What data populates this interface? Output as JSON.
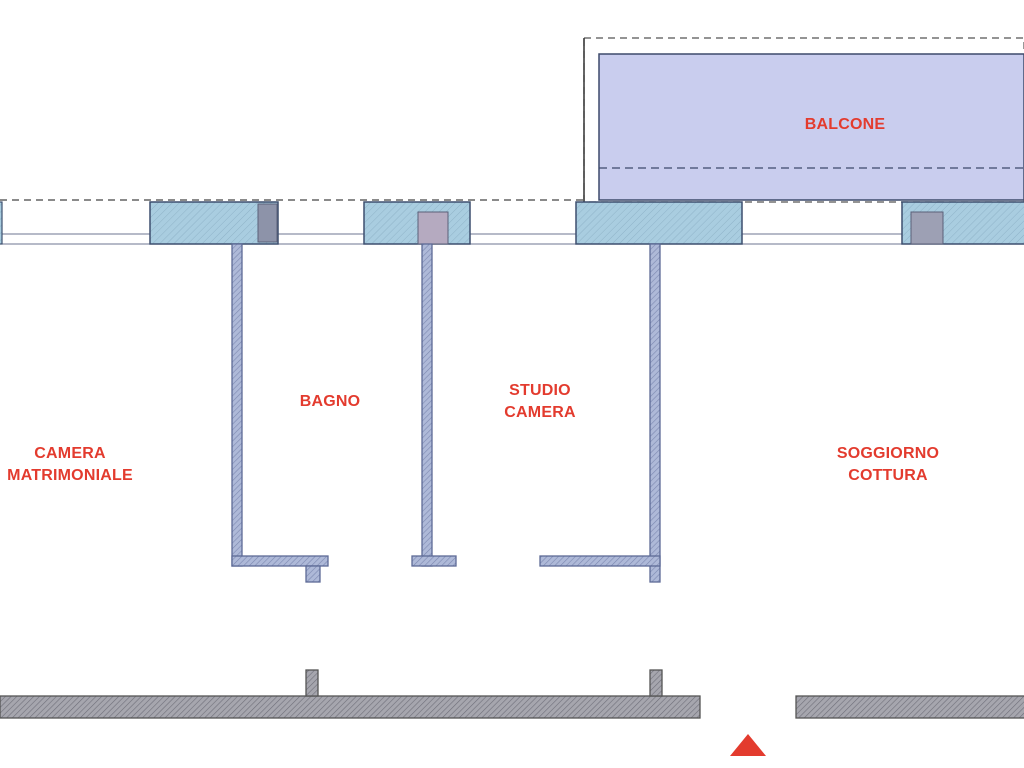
{
  "rooms": {
    "balcone": {
      "lines": [
        "BALCONE"
      ]
    },
    "bagno": {
      "lines": [
        "BAGNO"
      ]
    },
    "studio": {
      "lines": [
        "STUDIO",
        "CAMERA"
      ]
    },
    "camera": {
      "lines": [
        "CAMERA",
        "MATRIMONIALE"
      ]
    },
    "soggiorno": {
      "lines": [
        "SOGGIORNO",
        "COTTURA"
      ]
    }
  },
  "colors": {
    "label": "#e33b2e",
    "wall_fill": "#b8c2de",
    "wall_edge": "#5d6a96",
    "pillar_fill": "#a9cde0",
    "pillar_edge": "#3d4f6f",
    "balcony_fill": "#c9cdee",
    "entrance_marker": "#e33b2e"
  },
  "icons": {
    "entrance": "triangle-up"
  }
}
